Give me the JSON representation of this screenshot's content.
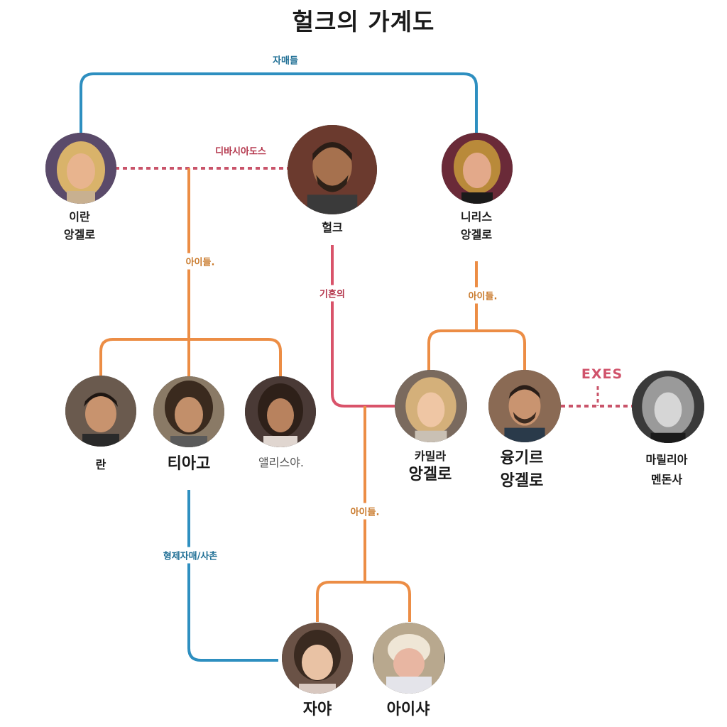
{
  "title": "헐크의 가계도",
  "relations": {
    "siblings": "자매들",
    "divorced": "디바시아도스",
    "children_iran": "아이들.",
    "married": "기혼의",
    "children_liris": "아이들.",
    "children_camila": "아이들.",
    "exes": "EXES",
    "cousins": "형제자매/사촌"
  },
  "people": {
    "iran": {
      "line1": "이란",
      "line2": "앙겔로"
    },
    "hulk": {
      "line1": "헐크"
    },
    "liris": {
      "line1": "니리스",
      "line2": "앙겔로"
    },
    "ran": {
      "line1": "란"
    },
    "tiago": {
      "line1": "티아고"
    },
    "alicia": {
      "line1": "앨리스야."
    },
    "camila": {
      "line1": "카밀라",
      "line2": "앙겔로"
    },
    "yugir": {
      "line1": "융기르",
      "line2": "앙겔로"
    },
    "marilia": {
      "line1": "마릴리아",
      "line2": "멘돈사"
    },
    "zaya": {
      "line1": "자야"
    },
    "aisha": {
      "line1": "아이샤"
    }
  },
  "colors": {
    "siblings_line": "#2e8fc0",
    "married_line": "#d9536a",
    "children_line": "#ec8d45",
    "divorced_dots": "#c9546a"
  }
}
